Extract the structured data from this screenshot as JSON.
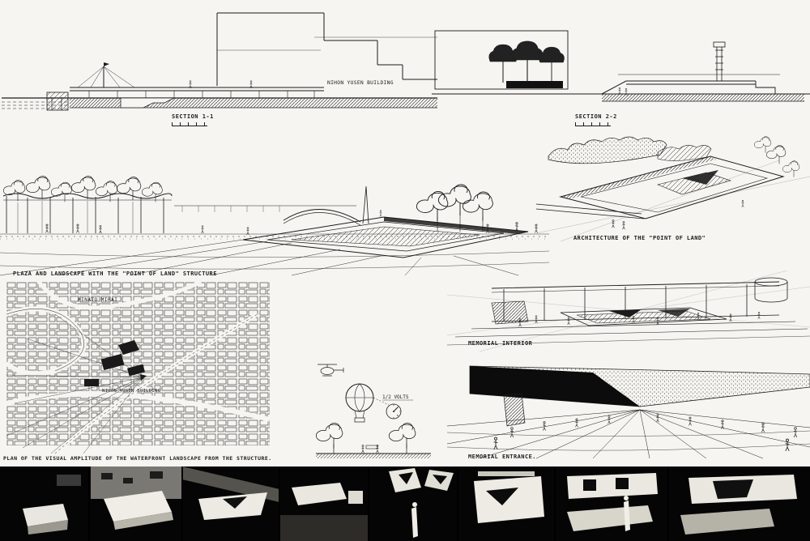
{
  "board": {
    "colors": {
      "paper": "#f6f5f1",
      "ink": "#1c1c1c",
      "photo_bg": "#050505"
    }
  },
  "sections": {
    "s1": "SECTION  1-1",
    "s2": "SECTION  2-2",
    "building": "NIHON YUSEN BUILDING"
  },
  "captions": {
    "plaza": "PLAZA AND LANDSCAPE WITH THE \"POINT OF LAND\" STRUCTURE",
    "architecture": "ARCHITECTURE OF THE \"POINT OF LAND\"",
    "memorial_interior": "MEMORIAL INTERIOR",
    "memorial_entrance": "MEMORIAL ENTRANCE.",
    "plan": "PLAN OF THE VISUAL AMPLITUDE OF THE WATERFRONT LANDSCAPE FROM THE STRUCTURE."
  },
  "map": {
    "labels": {
      "district": "MINATO MIRAI",
      "building": "NIHON YUSEN BUILDING"
    }
  },
  "sketch": {
    "note": "1/2 VOLTS"
  }
}
